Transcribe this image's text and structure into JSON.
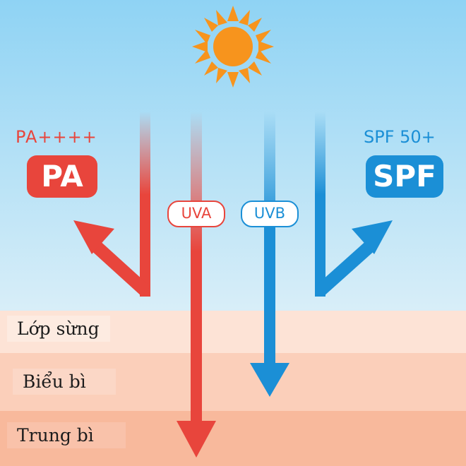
{
  "skin_layers": [
    {
      "name": "Lớp sừng",
      "color": "#fde3d6"
    },
    {
      "name": "Biểu bì",
      "color": "#fbcfba"
    },
    {
      "name": "Trung bì",
      "color": "#f8b99c"
    }
  ],
  "pa": {
    "rating": "PA++++",
    "badge": "PA",
    "color": "#e8453c"
  },
  "spf": {
    "rating": "SPF 50+",
    "badge": "SPF",
    "color": "#1b8fd6"
  },
  "rays": {
    "uva_label": "UVA",
    "uvb_label": "UVB"
  },
  "sky": {
    "top_color": "#8fd3f4",
    "bottom_color": "#d8eef8"
  },
  "sun": {
    "color": "#f7941d"
  }
}
